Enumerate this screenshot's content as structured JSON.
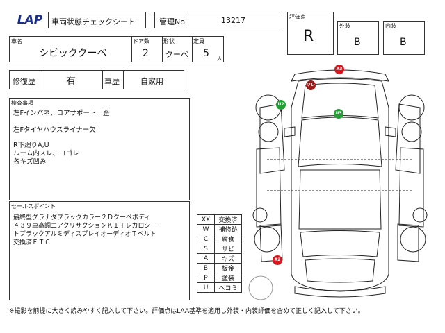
{
  "header": {
    "logo_text": "LAP",
    "sheet_title": "車両状態チェックシート",
    "mgmt_label": "管理No",
    "mgmt_value": "13217"
  },
  "grades": {
    "score_label": "評価点",
    "score_value": "R",
    "exterior_label": "外装",
    "exterior_value": "B",
    "interior_label": "内装",
    "interior_value": "B"
  },
  "vehicle": {
    "name_label": "車名",
    "name_value": "シビッククーペ",
    "doors_label": "ドア数",
    "doors_value": "2",
    "body_label": "形状",
    "body_value": "クーペ",
    "capacity_label": "定員",
    "capacity_value": "5",
    "capacity_unit": "人"
  },
  "history": {
    "repair_label": "修復歴",
    "repair_value": "有",
    "usage_label": "車歴",
    "usage_value": "自家用"
  },
  "inspection": {
    "label": "検査事項",
    "lines": [
      "左Fインパネ、コアサポート　歪",
      "左Fタイヤハウスライナー欠",
      "R下廻りA,U\nルーム内スレ、ヨゴレ\n各キズ凹み"
    ]
  },
  "sales": {
    "label": "セールスポイント",
    "text": "最終型グラナダブラックカラー２Ｄクーペボディ\n４３９車高調エアクリサクションＫＩＴレカロシー\nトブラックアルミディスプレイオーディオＴベルト\n交換済ＥＴＣ"
  },
  "legend": [
    {
      "code": "XX",
      "meaning": "交換済"
    },
    {
      "code": "W",
      "meaning": "補修跡"
    },
    {
      "code": "C",
      "meaning": "腐食"
    },
    {
      "code": "S",
      "meaning": "サビ"
    },
    {
      "code": "A",
      "meaning": "キズ"
    },
    {
      "code": "B",
      "meaning": "板金"
    },
    {
      "code": "P",
      "meaning": "塗装"
    },
    {
      "code": "U",
      "meaning": "ヘコミ"
    }
  ],
  "damage_marks": [
    {
      "code": "A3",
      "color": "#d4161e"
    },
    {
      "code": "ワレ",
      "color": "#9b1a1a"
    },
    {
      "code": "U2",
      "color": "#22a033"
    },
    {
      "code": "U3",
      "color": "#22a033"
    },
    {
      "code": "A2",
      "color": "#d4161e"
    }
  ],
  "footer": "※撮影を前提に大きく読みやすく記入して下さい。評価点はLAA基準を適用し外装・内装評価を含めて正しく記入して下さい。"
}
